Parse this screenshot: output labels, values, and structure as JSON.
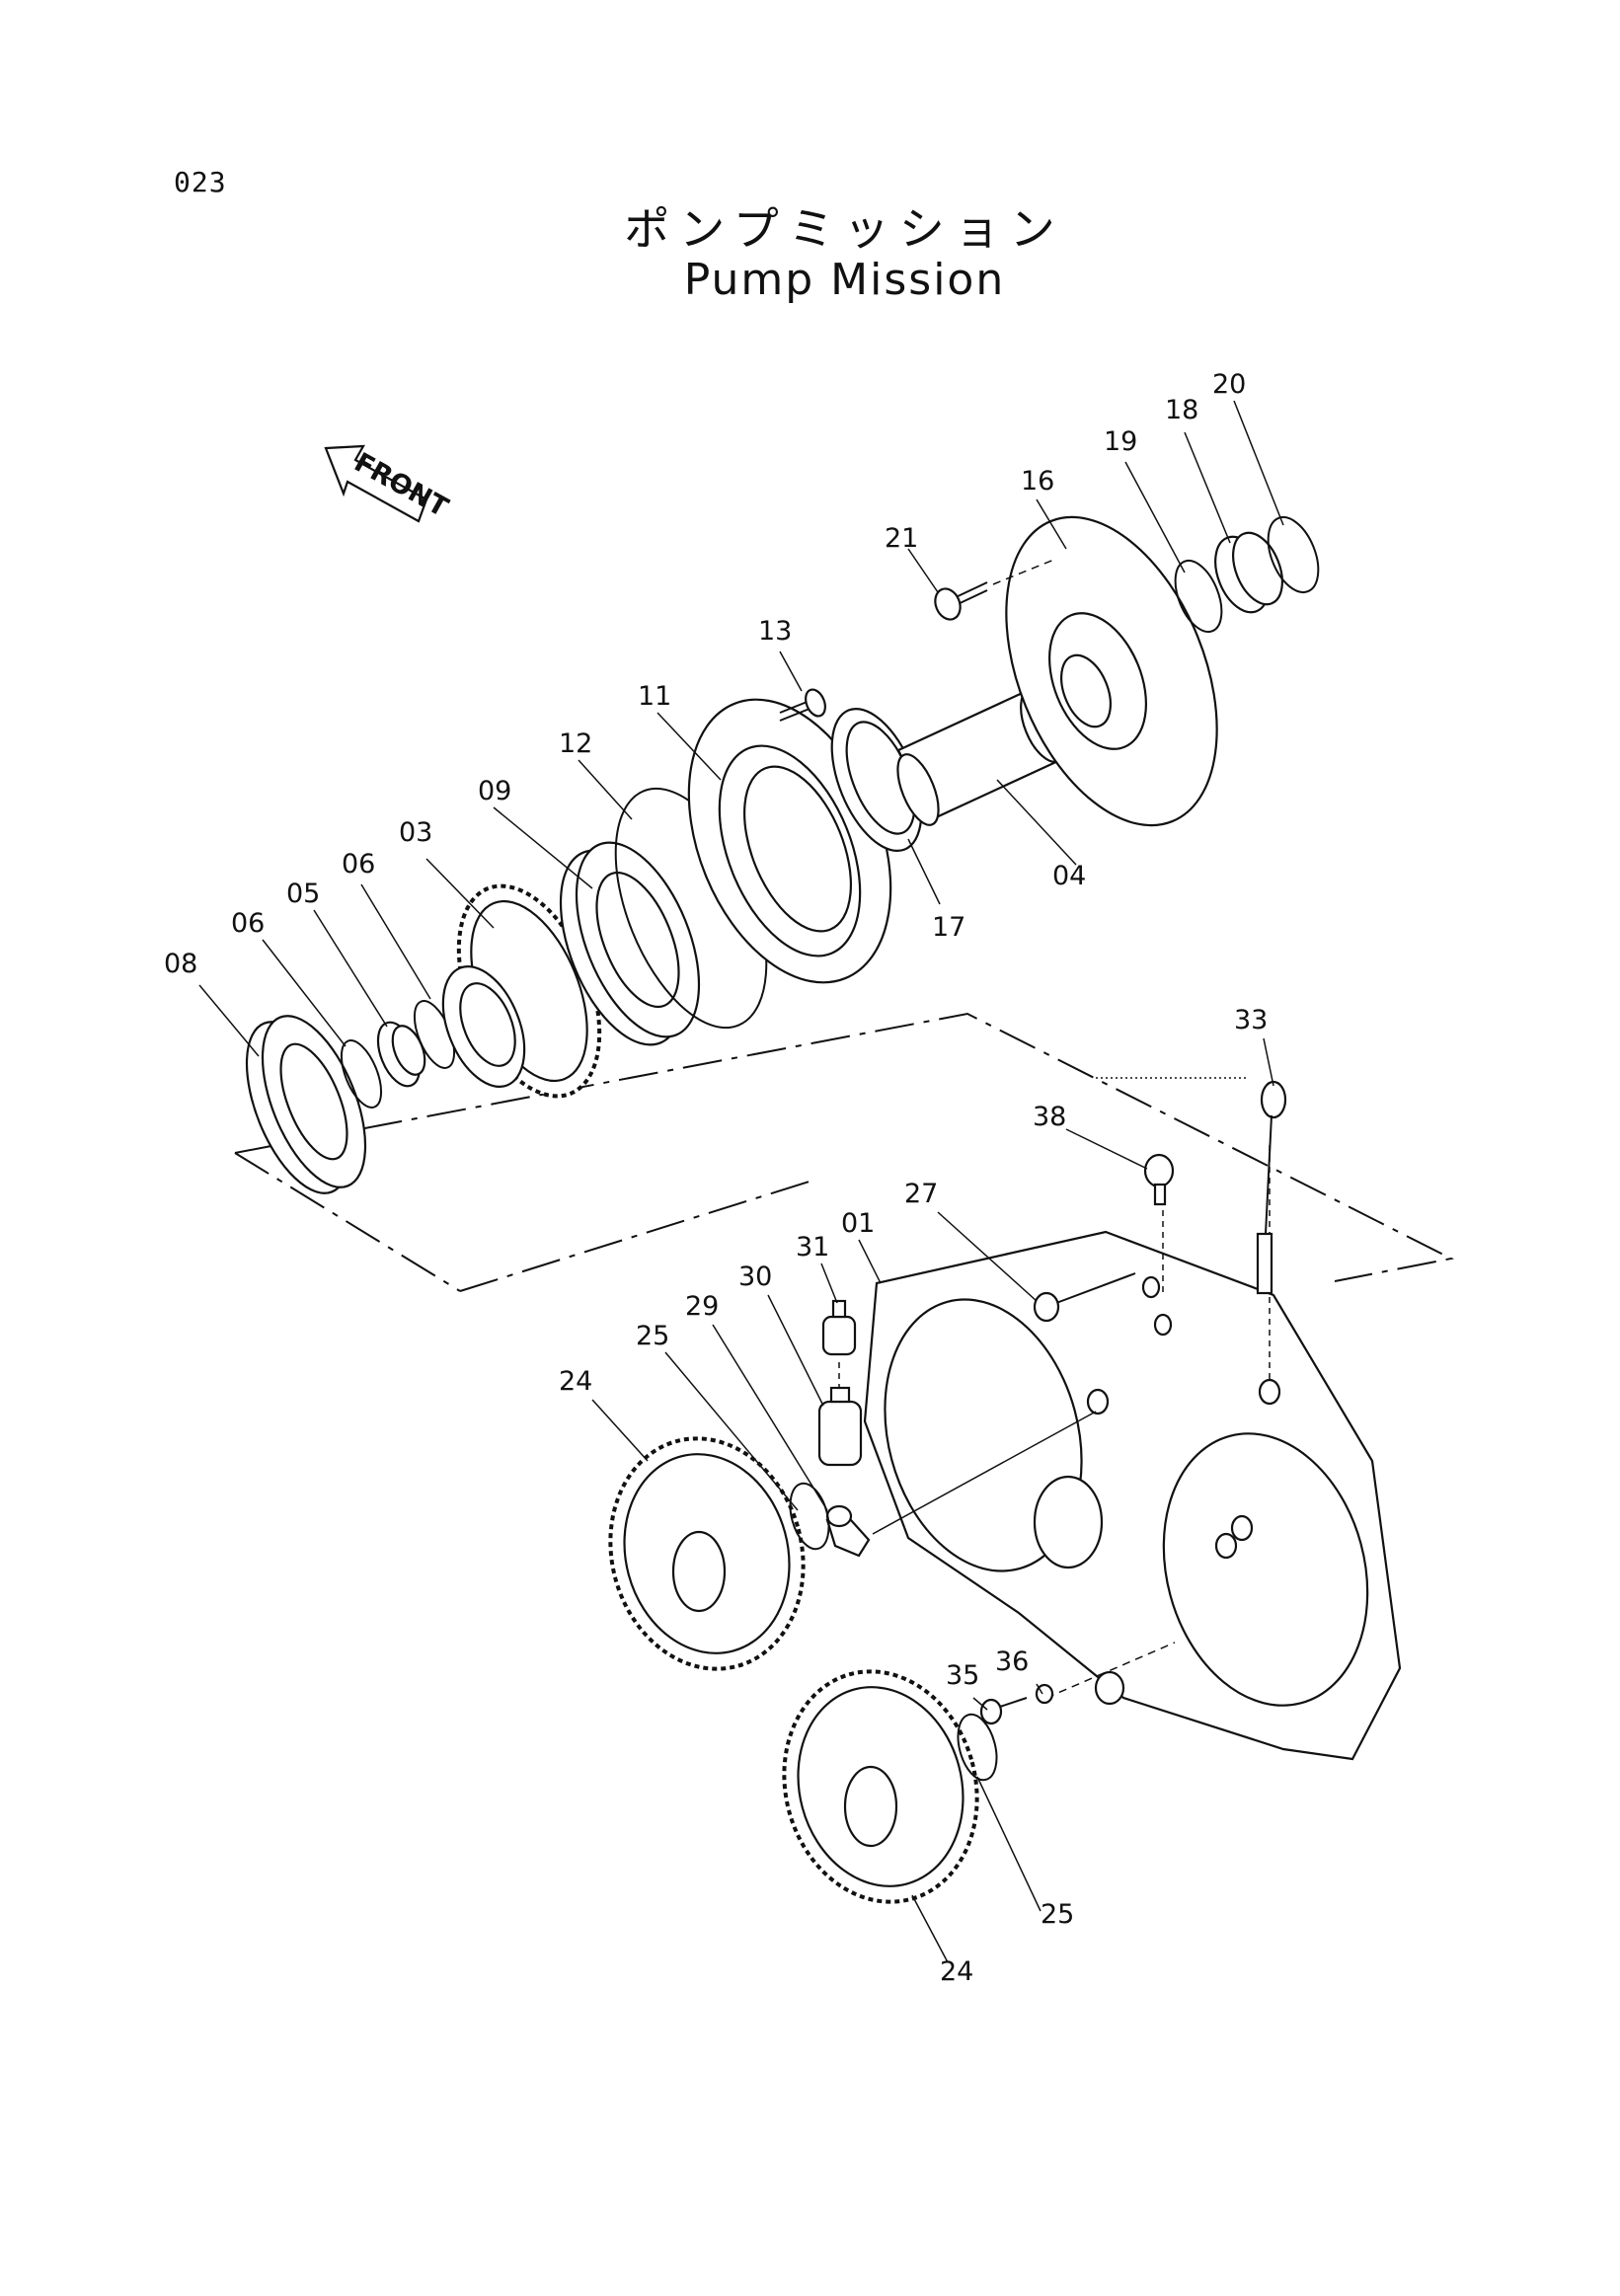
{
  "page_number": "023",
  "title_jp": "ポンプミッション",
  "title_en": "Pump Mission",
  "front_arrow_label": "FRONT",
  "part_labels": {
    "p01": "01",
    "p03": "03",
    "p04": "04",
    "p05": "05",
    "p06a": "06",
    "p06b": "06",
    "p08": "08",
    "p09": "09",
    "p11": "11",
    "p12": "12",
    "p13": "13",
    "p16": "16",
    "p17": "17",
    "p18": "18",
    "p19": "19",
    "p20": "20",
    "p21": "21",
    "p24a": "24",
    "p24b": "24",
    "p25a": "25",
    "p25b": "25",
    "p27": "27",
    "p29": "29",
    "p30": "30",
    "p31": "31",
    "p33": "33",
    "p35": "35",
    "p36": "36",
    "p38": "38"
  }
}
